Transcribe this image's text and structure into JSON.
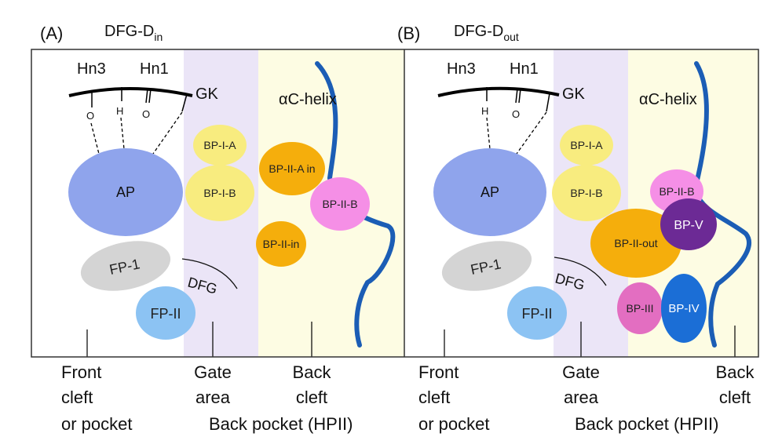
{
  "panels": [
    {
      "letter": "(A)",
      "state_base": "DFG-D",
      "state_sub": "in",
      "backbone": {
        "hn3": "Hn3",
        "hn1": "Hn1",
        "gk": "GK",
        "o1": "O",
        "h": "H",
        "o2": "O"
      },
      "helix_label": "αC-helix",
      "pockets": {
        "ap": "AP",
        "fp1": "FP-1",
        "fp2": "FP-II",
        "bp1a": "BP-I-A",
        "bp1b": "BP-I-B",
        "bp2ain": "BP-II-A in",
        "bp2b": "BP-II-B",
        "bp2in": "BP-II-in"
      },
      "dfg": "DFG",
      "regions": {
        "front": [
          "Front",
          "cleft",
          "or pocket"
        ],
        "gate": [
          "Gate",
          "area"
        ],
        "back": [
          "Back",
          "cleft"
        ],
        "back_pocket": "Back pocket (HPII)"
      }
    },
    {
      "letter": "(B)",
      "state_base": "DFG-D",
      "state_sub": "out",
      "backbone": {
        "hn3": "Hn3",
        "hn1": "Hn1",
        "gk": "GK",
        "h": "H",
        "o2": "O"
      },
      "helix_label": "αC-helix",
      "pockets": {
        "ap": "AP",
        "fp1": "FP-1",
        "fp2": "FP-II",
        "bp1a": "BP-I-A",
        "bp1b": "BP-I-B",
        "bp2b": "BP-II-B",
        "bpv": "BP-V",
        "bp2out": "BP-II-out",
        "bp3": "BP-III",
        "bp4": "BP-IV"
      },
      "dfg": "DFG",
      "regions": {
        "front": [
          "Front",
          "cleft",
          "or pocket"
        ],
        "gate": [
          "Gate",
          "area"
        ],
        "back": [
          "Back",
          "cleft"
        ],
        "back_pocket": "Back pocket (HPII)"
      }
    }
  ],
  "colors": {
    "ap": "#8fa4ec",
    "fp1": "#d4d4d4",
    "fp2": "#8cc3f3",
    "bp1": "#f8ec7f",
    "bp2_orange": "#f5ae0c",
    "bp2b": "#f58fe6",
    "bpv": "#6c2a95",
    "bp3": "#e36ec1",
    "bp4": "#1b6ed6",
    "gate_band": "#ebe5f7",
    "back_band": "#fdfce3",
    "helix": "#1b5db5",
    "outline": "#333333"
  }
}
